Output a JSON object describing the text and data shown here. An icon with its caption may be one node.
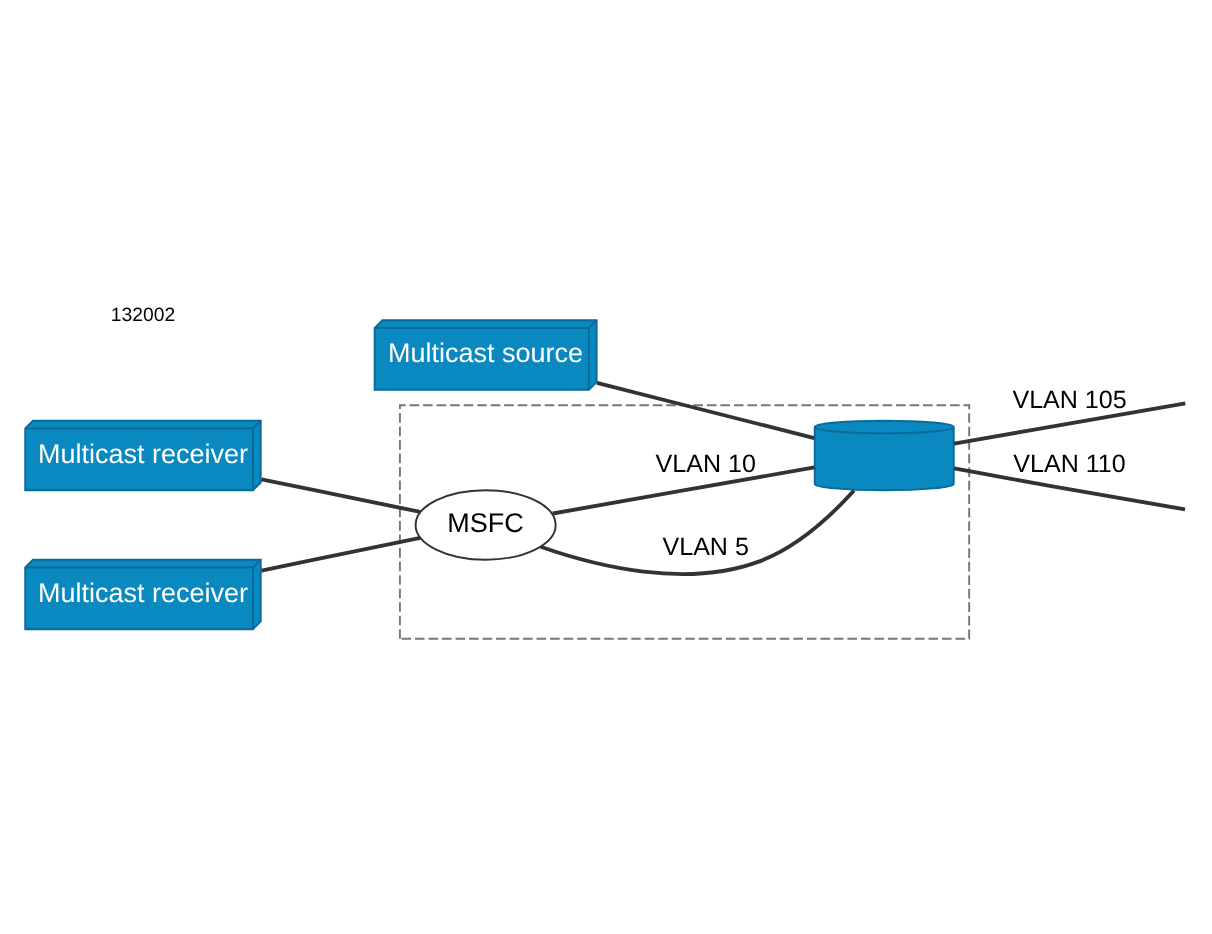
{
  "diagram": {
    "nodes": [
      {
        "text": [],
        "shape": "box"
      },
      {
        "text": [
          "Multicast source"
        ]
      },
      {
        "text": [
          "Multicast receiver"
        ]
      },
      {
        "text": [
          "Multicast receiver"
        ]
      },
      {
        "text": [
          "MSFC"
        ],
        "in": 0
      },
      {
        "text": [],
        "shape": "cylinder",
        "in": 0
      }
    ],
    "edges": [
      {
        "from": 2,
        "to": 4,
        "arrow": "none"
      },
      {
        "from": 3,
        "to": 4,
        "arrow": "none"
      },
      {
        "from": 1,
        "to": 5,
        "arrow": "none"
      },
      {
        "from": 4,
        "to": 5,
        "arrow": "none",
        "label": "VLAN 5"
      },
      {
        "from": 4,
        "to": 5,
        "arrow": "none",
        "label": "VLAN 10"
      },
      {
        "from": 5,
        "to": null,
        "arrow": "none",
        "label": "VLAN 105"
      },
      {
        "from": 5,
        "to": null,
        "arrow": "none",
        "label": "VLAN 110"
      }
    ],
    "labels": [
      "132002"
    ]
  }
}
